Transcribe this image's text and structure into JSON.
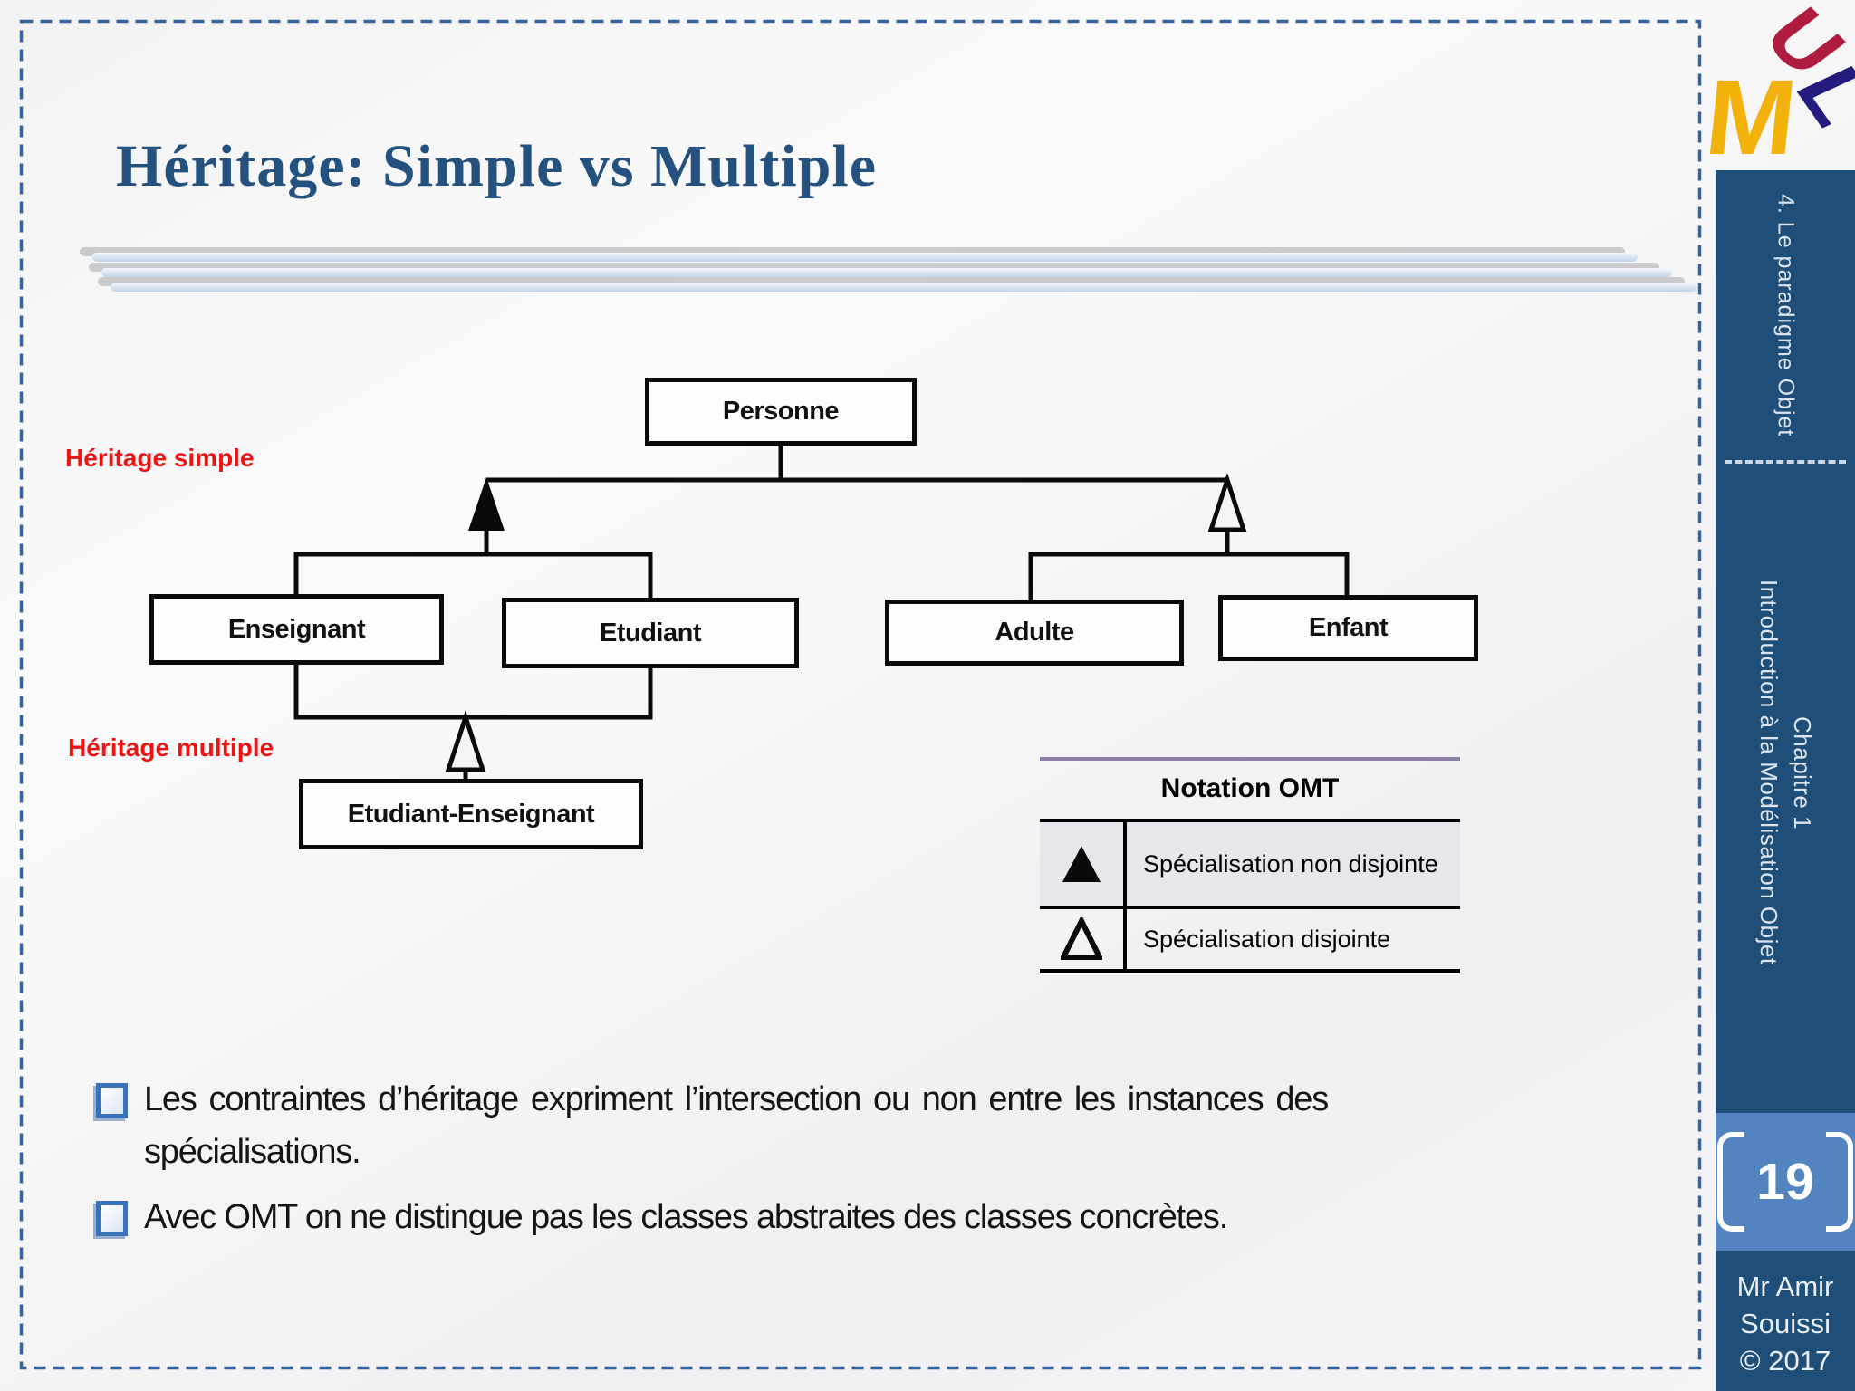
{
  "slide": {
    "title": "Héritage: Simple vs Multiple"
  },
  "diagram": {
    "annotation_simple": "Héritage simple",
    "annotation_multiple": "Héritage multiple",
    "classes": {
      "personne": "Personne",
      "enseignant": "Enseignant",
      "etudiant": "Etudiant",
      "adulte": "Adulte",
      "enfant": "Enfant",
      "etudiant_enseignant": "Etudiant-Enseignant"
    }
  },
  "notation_table": {
    "title": "Notation OMT",
    "rows": [
      {
        "icon": "filled-triangle",
        "label": "Spécialisation non disjointe"
      },
      {
        "icon": "open-triangle",
        "label": "Spécialisation disjointe"
      }
    ]
  },
  "bullets": {
    "items": [
      {
        "text": "Les contraintes d’héritage expriment l’intersection ou non entre les instances des spécialisations."
      },
      {
        "text": "Avec OMT on ne distingue pas les classes abstraites des classes concrètes."
      }
    ]
  },
  "sidebar": {
    "section_top": "4. Le paradigme Objet",
    "chapter": "Chapitre 1",
    "chapter_subtitle": "Introduction à la Modélisation Objet",
    "page_number": "19",
    "footer_line1": "Mr Amir",
    "footer_line2": "Souissi",
    "footer_line3": "© 2017"
  },
  "logo": {
    "letters": [
      "U",
      "M",
      "L"
    ]
  },
  "colors": {
    "accent_red": "#ee1313",
    "title_blue": "#24517e",
    "sidebar_blue": "#1f4e79",
    "page_band_blue": "#5484bf",
    "table_row_bg": "#e8e5ec",
    "purple_rule": "#8b7fa8",
    "dashed_border_blue": "#36639c",
    "logo_u_red": "#b01b40",
    "logo_m_yellow": "#f2b10b",
    "logo_l_navy": "#231c7e"
  }
}
